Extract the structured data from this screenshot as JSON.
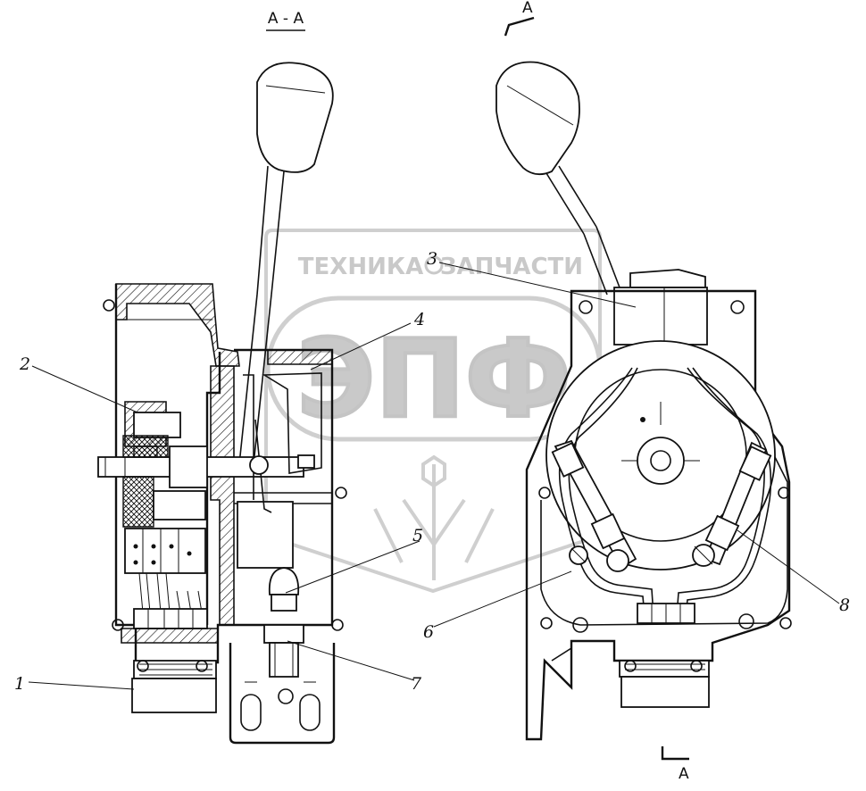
{
  "section_label": "А - А",
  "section_marker_top": "А",
  "section_marker_bottom": "А",
  "watermark": {
    "left_text": "ТЕХНИКА",
    "right_text": "ЗАПЧАСТИ",
    "logo_text": "ЭПФ"
  },
  "callouts": [
    {
      "id": "1",
      "label": "1"
    },
    {
      "id": "2",
      "label": "2"
    },
    {
      "id": "3",
      "label": "3"
    },
    {
      "id": "4",
      "label": "4"
    },
    {
      "id": "5",
      "label": "5"
    },
    {
      "id": "6",
      "label": "6"
    },
    {
      "id": "7",
      "label": "7"
    },
    {
      "id": "8",
      "label": "8"
    }
  ]
}
